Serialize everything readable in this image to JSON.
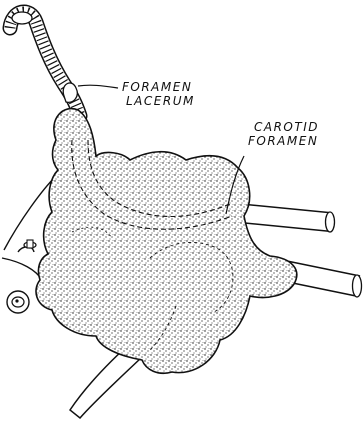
{
  "labels": {
    "foramen_lacerum": [
      "FORAMEN",
      "LACERUM"
    ],
    "carotid_foramen": [
      "CAROTID",
      "FORAMEN"
    ]
  },
  "colors": {
    "ink": "#111111",
    "paper": "#ffffff"
  }
}
